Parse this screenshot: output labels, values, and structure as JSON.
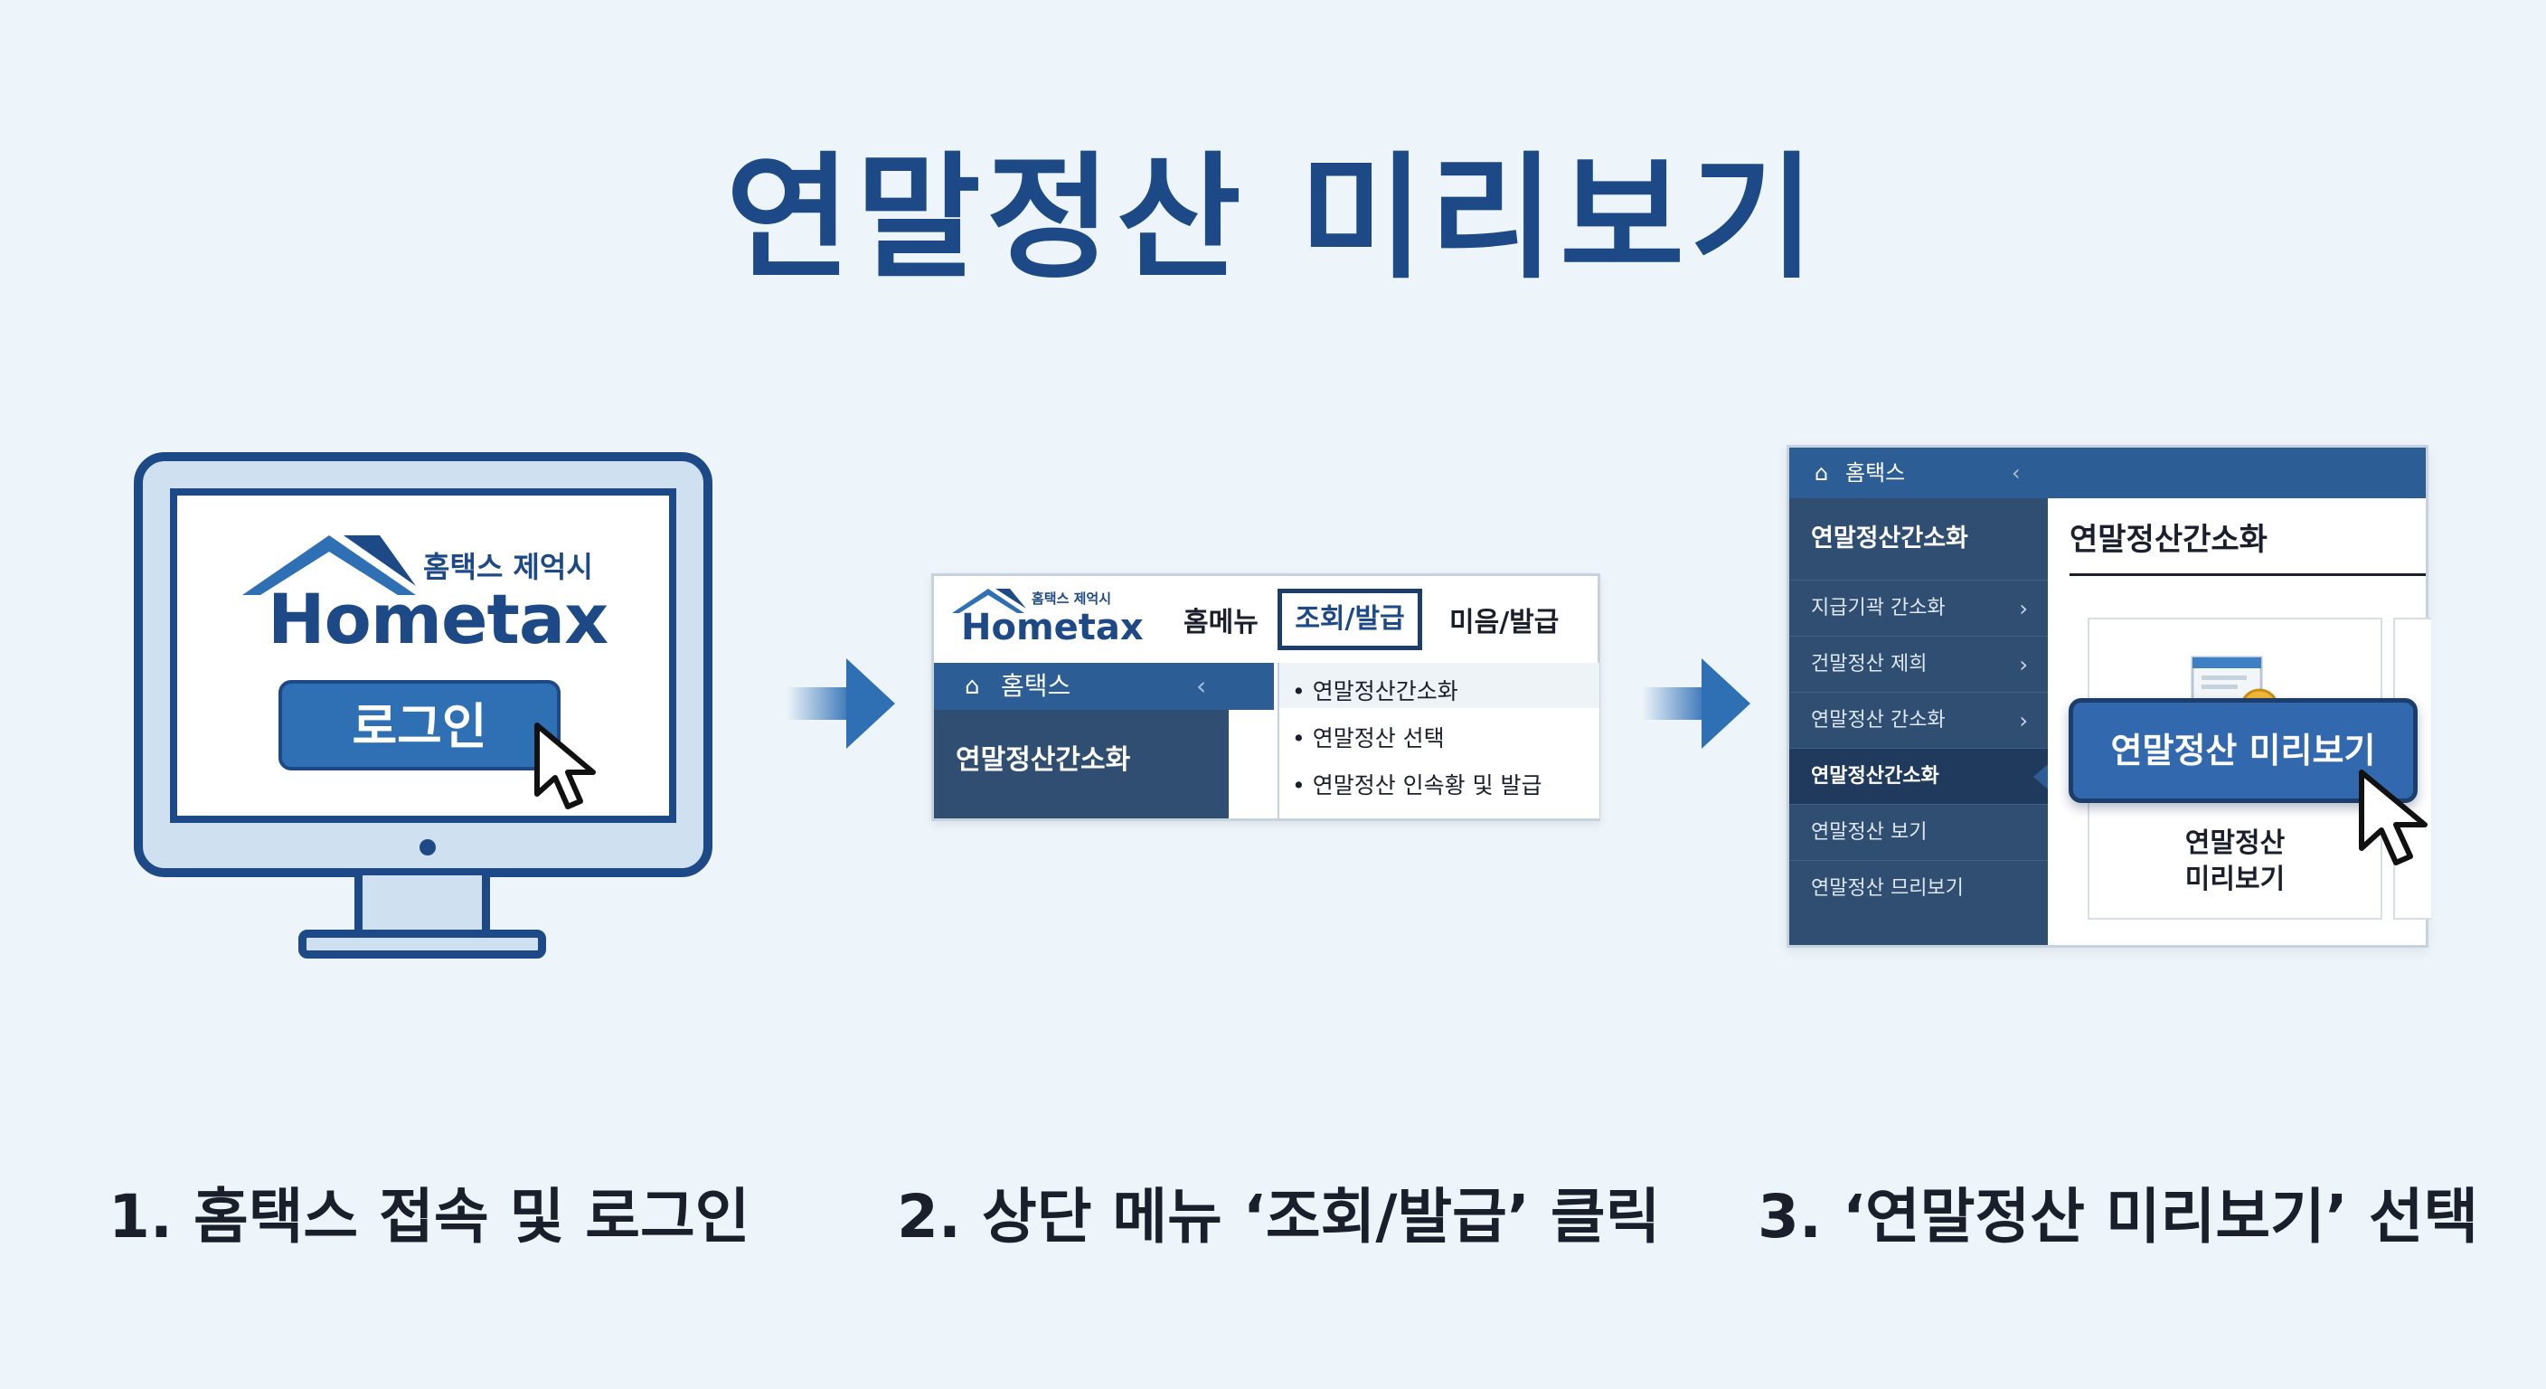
{
  "title": "연말정산 미리보기",
  "steps": [
    {
      "caption": "1. 홈택스 접속 및 로그인"
    },
    {
      "caption": "2. 상단 메뉴 ‘조회/발급’ 클릭"
    },
    {
      "caption": "3. ‘연말정산 미리보기’ 선택"
    }
  ],
  "step1": {
    "logo_small": "홈택스 제억시",
    "logo_big": "Hometax",
    "login_label": "로그인"
  },
  "step2": {
    "logo_small": "홈택스 제억시",
    "logo_big": "Hometax",
    "menu": [
      "홈메뉴",
      "조회/발급",
      "미음/발급"
    ],
    "side_home": "홈택스",
    "side_section": "연말정산간소화",
    "dropdown": [
      "연말정산간소화",
      "연말정산 선택",
      "연말정산 인속황 및 발급"
    ]
  },
  "step3": {
    "side_home": "홈택스",
    "side_section": "연말정산간소화",
    "side_items": [
      "지급기곽 간소화",
      "건말정산 제희",
      "연말정산 간소화",
      "연말정산간소화",
      "연말정산 보기",
      "연말정산 므리보기"
    ],
    "heading": "연말정산간소화",
    "button_label": "연말정산 미리보기",
    "card_label_1": "연말정산",
    "card_label_2": "미리보기"
  },
  "colors": {
    "primary": "#1d4a86",
    "button": "#3269ae",
    "sidebar": "#2f4e72",
    "background": "#eef5fa"
  }
}
